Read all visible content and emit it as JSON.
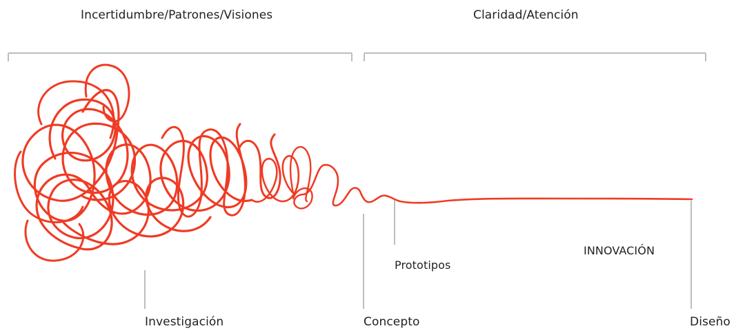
{
  "phases": {
    "left": "Incertidumbre/Patrones/Visiones",
    "right": "Claridad/Atención"
  },
  "milestones": {
    "investigacion": "Investigación",
    "concepto": "Concepto",
    "diseno": "Diseño",
    "prototipos": "Prototipos",
    "innovacion": "INNOVACIÓN"
  },
  "colors": {
    "scribble": "#ef3b24",
    "lines": "#bdbdbd",
    "text": "#222222"
  }
}
